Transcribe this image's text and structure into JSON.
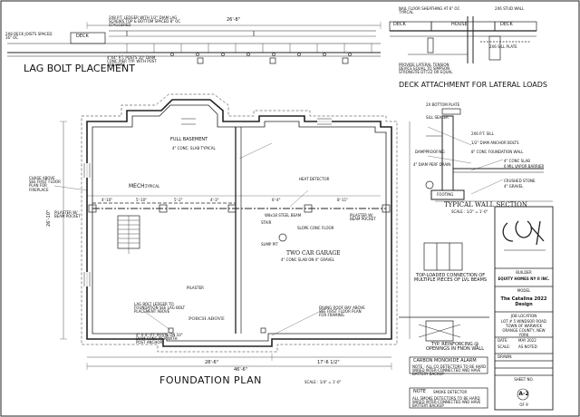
{
  "deck_top": {
    "deck_label": "DECK",
    "house_label": "HOUSE",
    "deck_label_right": "DECK",
    "lag_bolt_title": "LAG BOLT PLACEMENT",
    "deck_attach_title": "DECK ATTACHMENT FOR LATERAL LOADS",
    "note_joists": "2X8 DECK JOISTS SPACED 16\" OC",
    "note_ledger": "2X8 P.T. LEDGER WITH 1/2\" DIAM LAG SCREWS TOP & BOTTOM SPACED 8\" OC STAGGERED",
    "note_post": "4\"X4\" P.T. POSTS 10\" DIAM CONC PIER TYP. WITH POST ANCHORS",
    "note_sill": "2X6 SILL PLATE",
    "note_sill_wall": "2X6 STUD WALL",
    "note_floor": "NAIL FLOOR SHEATHING AT 6\" OC TYPICAL",
    "note_tension": "PROVIDE LATERAL TENSION DEVICE EQUAL TO SIMPSON STRONGTIE DTT2Z OR EQUAL"
  },
  "plan": {
    "title": "FOUNDATION PLAN",
    "scale": "SCALE : 1/4\" = 1'-0\"",
    "dim_top": "26'-8\"",
    "dim_overall": "46'-6\"",
    "dim_bottom_left": "28'-6\"",
    "dim_bottom_right": "17'-6 1/2\"",
    "dim_left": "26'-10\"",
    "full_basement": "FULL BASEMENT",
    "garage": "TWO CAR GARAGE",
    "mech": "MECH.",
    "porch": "PORCH ABOVE",
    "sump": "SUMP PIT",
    "stair": "STAIR",
    "chase": "CHASE ABOVE SEE FIRST FLOOR PLAN FOR FIREPLACE",
    "window_pocket_left": "PILASTER W/ BEAM POCKET",
    "window_pocket_right": "PILASTER W/ BEAM POCKET",
    "slab_note": "4\" CONC. SLAB TYPICAL",
    "steel_beam": "W8x18 STEEL BEAM",
    "slope": "SLOPE CONC FLOOR",
    "heat_detector": "HEAT DETECTOR",
    "garage_slab": "4\" CONC SLAB ON 4\" GRAVEL",
    "typical_label": "TYPICAL",
    "pilaster": "PILASTER",
    "smoke_detector": "CARBON MONOXIDE ALARM",
    "note_block": "NOTE : ALL CO DETECTORS TO BE HARD WIRED INTER-CONNECTED AND HAVE BATTERY BACKUP",
    "note2_title": "NOTE",
    "note2_detector": "SMOKE DETECTOR",
    "note2_block": "ALL SMOKE DETECTORS TO BE HARD WIRED INTER-CONNECTED AND HAVE BATTERY BACKUP",
    "reinforcing": "TYP. REINFORCING @ OPENINGS IN FNDN WALL",
    "top_loaded": "TOP-LOADED CONNECTION OF MULTIPLE PIECES OF LVL BEAMS",
    "dims_row": [
      "4'-10\"",
      "5'-10\"",
      "5'-2\"",
      "4'-3\"",
      "6'-4\"",
      "8'-11\""
    ],
    "ledger_note": "LAG BOLT LEDGER TO FOUNDATION SEE LAG BOLT PLACEMENT ABOVE",
    "post_note": "4\" X 4\" P.T. POSTS ON 10\" DIAM CONC PIER WITH POST ANCHOR",
    "bay_note": "DIVING ROOF BAY ABOVE SEE FIRST FLOOR PLAN FOR FRAMING"
  },
  "wall_section": {
    "title": "TYPICAL WALL SECTION",
    "scale": "SCALE : 1/2\" = 1'-0\"",
    "notes": [
      "SILL SEALER",
      "2X6 P.T. SILL",
      "1/2\" DIAM ANCHOR BOLTS",
      "DAMPPROOFING",
      "4\" DIAM PERF DRAIN",
      "CRUSHED STONE",
      "FOOTING",
      "8\" CONC FOUNDATION WALL",
      "4\" CONC SLAB",
      "6 MIL VAPOR BARRIER",
      "4\" GRAVEL",
      "2X BOTTOM PLATE"
    ]
  },
  "title_block": {
    "builder_label": "BUILDER",
    "builder": "EQUITY HOMES NY II INC.",
    "model_label": "MODEL",
    "model": "The Catalina 2022 Design",
    "job_label": "JOB LOCATION",
    "job": "LOT # 5 WINDSOR ROAD TOWN OF WARWICK ORANGE COUNTY, NEW YORK",
    "date_label": "DATE:",
    "date": "MAY 2022",
    "scale_label": "SCALE:",
    "scale": "AS NOTED",
    "drawn_label": "DRAWN:",
    "drawn": "",
    "sheet_label": "SHEET NO.",
    "sheet": "A-2",
    "sheet_of": "OF 9"
  }
}
